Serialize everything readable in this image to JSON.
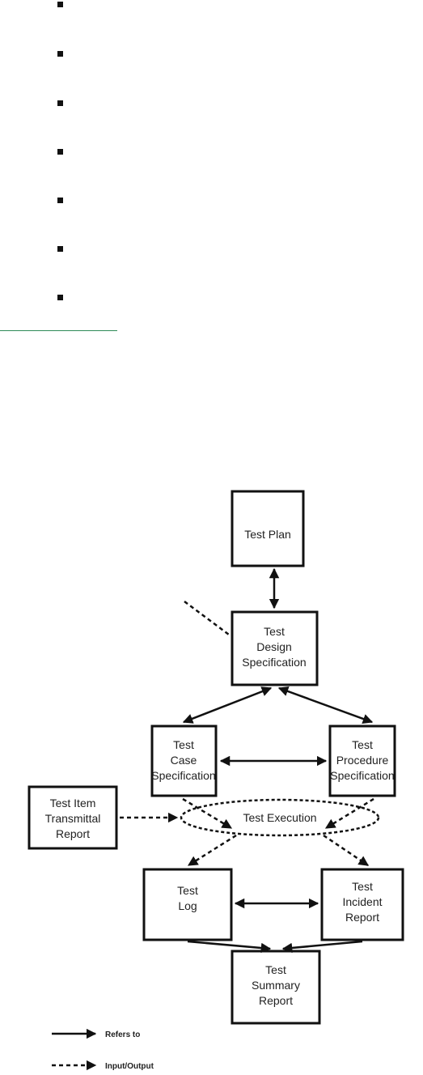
{
  "bullets_count": 7,
  "diagram": {
    "test_plan": [
      "Test Plan"
    ],
    "test_design_spec": [
      "Test",
      "Design",
      "Specification"
    ],
    "test_case_spec": [
      "Test",
      "Case",
      "Specification"
    ],
    "test_procedure_spec": [
      "Test",
      "Procedure",
      "Specification"
    ],
    "test_item_transmittal": [
      "Test Item",
      "Transmittal",
      "Report"
    ],
    "test_execution": "Test Execution",
    "test_log": [
      "Test",
      "Log"
    ],
    "test_incident_report": [
      "Test",
      "Incident",
      "Report"
    ],
    "test_summary_report": [
      "Test",
      "Summary",
      "Report"
    ]
  },
  "legend": {
    "refers_to": "Refers to",
    "input_output": "Input/Output"
  }
}
